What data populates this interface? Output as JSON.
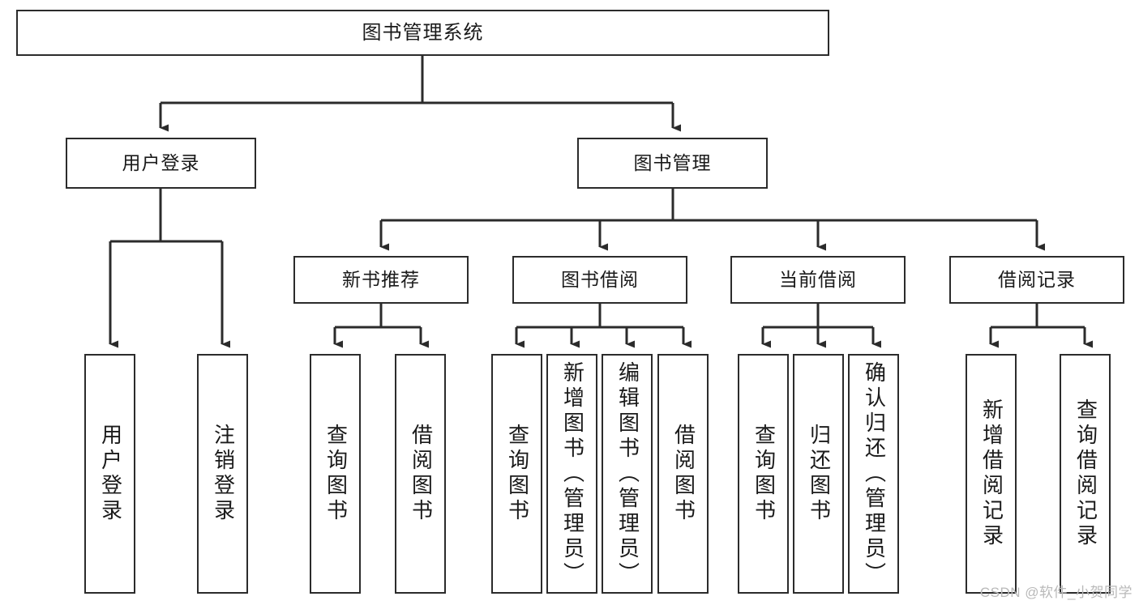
{
  "diagram": {
    "title": "图书管理系统",
    "type": "tree",
    "watermark": "CSDN @软件_小贺同学",
    "colors": {
      "node_border": "#2b2b2b",
      "node_fill": "#ffffff",
      "edge": "#2b2b2b",
      "text": "#1a1a1a",
      "watermark": "#b9b9b9",
      "background": "#ffffff"
    },
    "nodes": {
      "root": {
        "label": "图书管理系统"
      },
      "level2": [
        {
          "label": "用户登录"
        },
        {
          "label": "图书管理"
        }
      ],
      "level3": [
        {
          "label": "新书推荐"
        },
        {
          "label": "图书借阅"
        },
        {
          "label": "当前借阅"
        },
        {
          "label": "借阅记录"
        }
      ],
      "leaves": {
        "user_login": [
          {
            "label": "用户登录"
          },
          {
            "label": "注销登录"
          }
        ],
        "new_book_recommend": [
          {
            "label": "查询图书"
          },
          {
            "label": "借阅图书"
          }
        ],
        "book_borrow": [
          {
            "label": "查询图书"
          },
          {
            "label": "新增图书（管理员）"
          },
          {
            "label": "编辑图书（管理员）"
          },
          {
            "label": "借阅图书"
          }
        ],
        "current_borrow": [
          {
            "label": "查询图书"
          },
          {
            "label": "归还图书"
          },
          {
            "label": "确认归还（管理员）"
          }
        ],
        "borrow_record": [
          {
            "label": "新增借阅记录"
          },
          {
            "label": "查询借阅记录"
          }
        ]
      }
    }
  }
}
